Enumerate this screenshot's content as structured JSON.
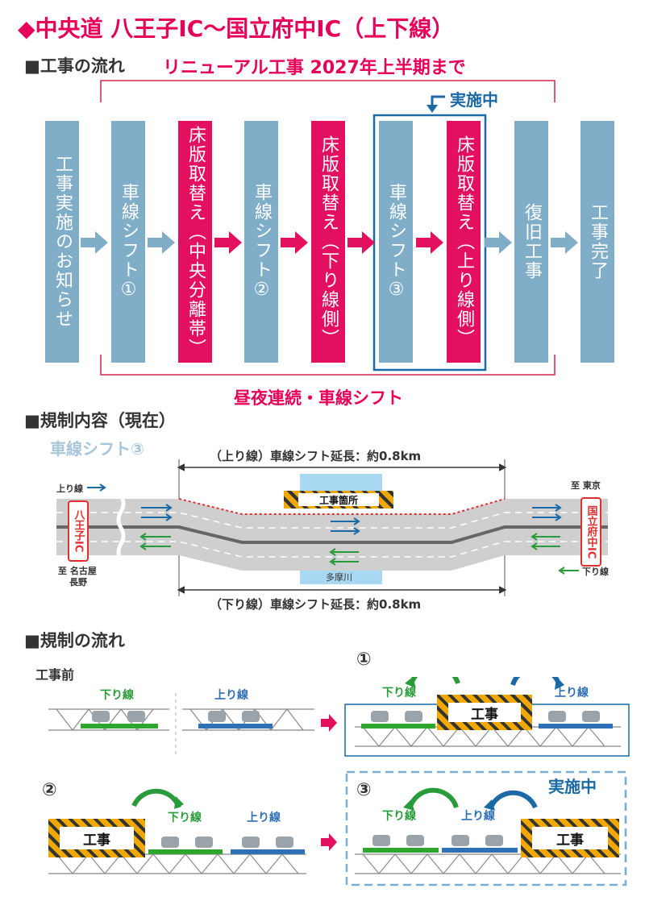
{
  "title": "◆中央道 八王子IC～国立府中IC（上下線）",
  "section_flow": "■工事の流れ",
  "renewal": "リニューアル工事 2027年上半期まで",
  "now_label": "実施中",
  "steps": [
    "工事実施のお知らせ",
    "車線シフト①",
    "床版取替え（中央分離帯）",
    "車線シフト②",
    "床版取替え（下り線側）",
    "車線シフト③",
    "床版取替え（上り線側）",
    "復旧工事",
    "工事完了"
  ],
  "day_night": "昼夜連続・車線シフト",
  "section_reg": "■規制内容（現在）",
  "shift3": "車線シフト③",
  "map": {
    "up_length": "（上り線）車線シフト延長：約0.8km",
    "down_length": "（下り線）車線シフト延長：約0.8km",
    "up_line": "上り線",
    "down_line": "下り線",
    "hachioji_ic": "八王子IC",
    "kunitachi_ic": "国立府中IC",
    "to_tokyo": "至 東京",
    "to_nagoya": "至 名古屋",
    "nagano": "長野",
    "work_site": "工事箇所",
    "river": "多摩川"
  },
  "section_flow2": "■規制の流れ",
  "diagram": {
    "before": "工事前",
    "down": "下り線",
    "up": "上り線",
    "work": "工事",
    "n1": "①",
    "n2": "②",
    "n3": "③",
    "now": "実施中"
  },
  "colors": {
    "accent": "#e6005a",
    "blue": "#1b6aa5",
    "step": "#80aec9"
  }
}
